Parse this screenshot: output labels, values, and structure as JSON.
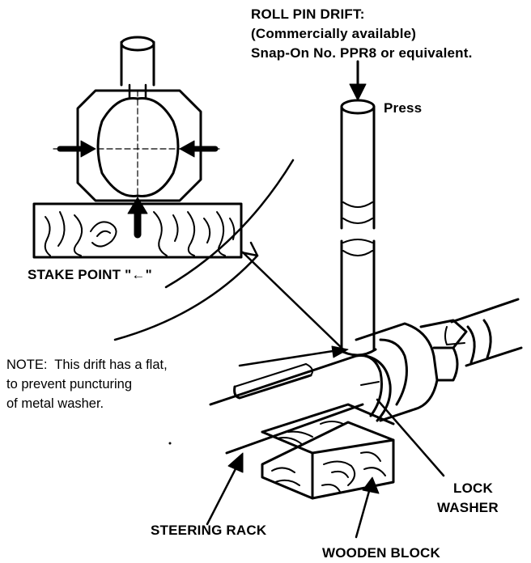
{
  "labels": {
    "drift_title": "ROLL PIN DRIFT:",
    "drift_commercial": "(Commercially available)",
    "drift_part": "Snap-On No. PPR8 or equivalent.",
    "press": "Press",
    "stake_point": "STAKE POINT \"←\"",
    "note_line1": "NOTE:  This drift has a flat,",
    "note_line2": "to prevent puncturing",
    "note_line3": "of metal washer.",
    "lock": "LOCK",
    "washer": "WASHER",
    "steering_rack": "STEERING RACK",
    "wooden_block": "WOODEN BLOCK"
  },
  "colors": {
    "ink": "#000000",
    "paper": "#ffffff"
  }
}
